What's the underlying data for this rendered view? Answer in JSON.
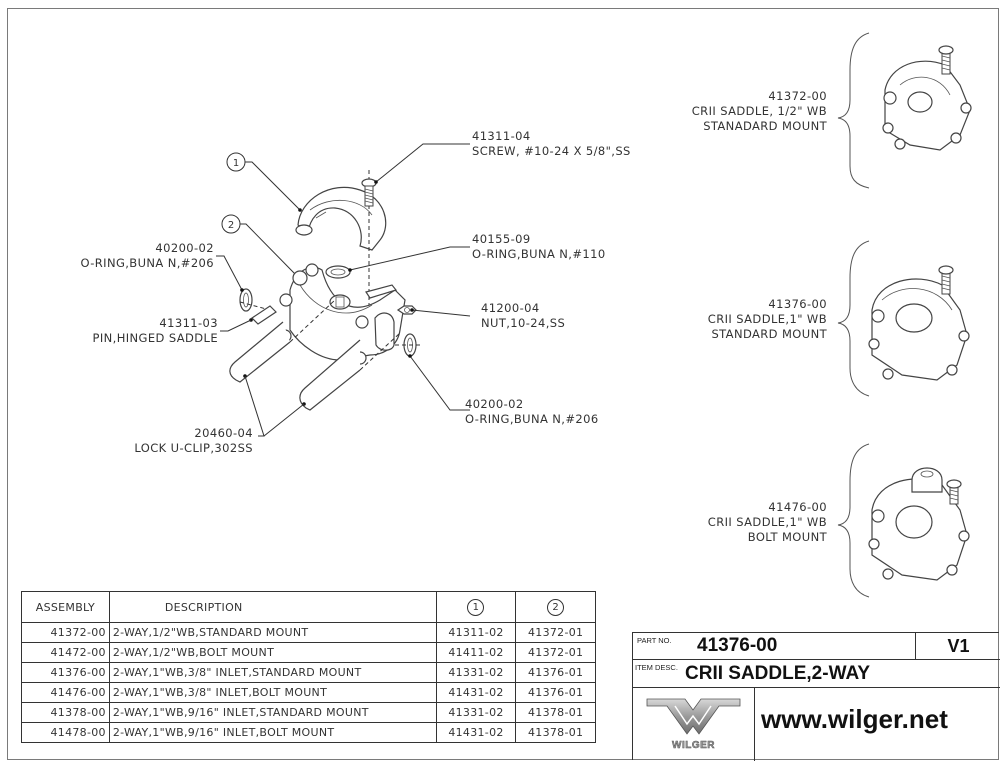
{
  "drawing": {
    "callouts": [
      {
        "id": "balloon-1",
        "text": "1"
      },
      {
        "id": "balloon-2",
        "text": "2"
      }
    ],
    "labels": {
      "screw": {
        "part": "41311-04",
        "desc": "SCREW, #10-24 X 5/8\",SS"
      },
      "oring_110": {
        "part": "40155-09",
        "desc": "O-RING,BUNA N,#110"
      },
      "nut": {
        "part": "41200-04",
        "desc": "NUT,10-24,SS"
      },
      "oring_206_right": {
        "part": "40200-02",
        "desc": "O-RING,BUNA N,#206"
      },
      "oring_206_left": {
        "part": "40200-02",
        "desc": "O-RING,BUNA N,#206"
      },
      "pin": {
        "part": "41311-03",
        "desc": "PIN,HINGED SADDLE"
      },
      "uclip": {
        "part": "20460-04",
        "desc": "LOCK U-CLIP,302SS"
      }
    },
    "variants": [
      {
        "part": "41372-00",
        "line1": "CRII SADDLE, 1/2\" WB",
        "line2": "STANADARD MOUNT"
      },
      {
        "part": "41376-00",
        "line1": "CRII SADDLE,1\" WB",
        "line2": "STANDARD MOUNT"
      },
      {
        "part": "41476-00",
        "line1": "CRII SADDLE,1\" WB",
        "line2": "BOLT MOUNT"
      }
    ]
  },
  "assembly_table": {
    "headers": {
      "assembly": "ASSEMBLY",
      "description": "DESCRIPTION",
      "col1": "1",
      "col2": "2"
    },
    "rows": [
      {
        "assembly": "41372-00",
        "description": "2-WAY,1/2\"WB,STANDARD MOUNT",
        "col1": "41311-02",
        "col2": "41372-01"
      },
      {
        "assembly": "41472-00",
        "description": "2-WAY,1/2\"WB,BOLT MOUNT",
        "col1": "41411-02",
        "col2": "41372-01"
      },
      {
        "assembly": "41376-00",
        "description": "2-WAY,1\"WB,3/8\" INLET,STANDARD MOUNT",
        "col1": "41331-02",
        "col2": "41376-01"
      },
      {
        "assembly": "41476-00",
        "description": "2-WAY,1\"WB,3/8\" INLET,BOLT MOUNT",
        "col1": "41431-02",
        "col2": "41376-01"
      },
      {
        "assembly": "41378-00",
        "description": "2-WAY,1\"WB,9/16\" INLET,STANDARD MOUNT",
        "col1": "41331-02",
        "col2": "41378-01"
      },
      {
        "assembly": "41478-00",
        "description": "2-WAY,1\"WB,9/16\" INLET,BOLT MOUNT",
        "col1": "41431-02",
        "col2": "41378-01"
      }
    ]
  },
  "title_block": {
    "part_no_label": "PART NO.",
    "part_no": "41376-00",
    "revision": "V1",
    "item_desc_label": "ITEM DESC.",
    "item_desc": "CRII SADDLE,2-WAY",
    "logo_text": "WILGER",
    "url": "www.wilger.net"
  }
}
